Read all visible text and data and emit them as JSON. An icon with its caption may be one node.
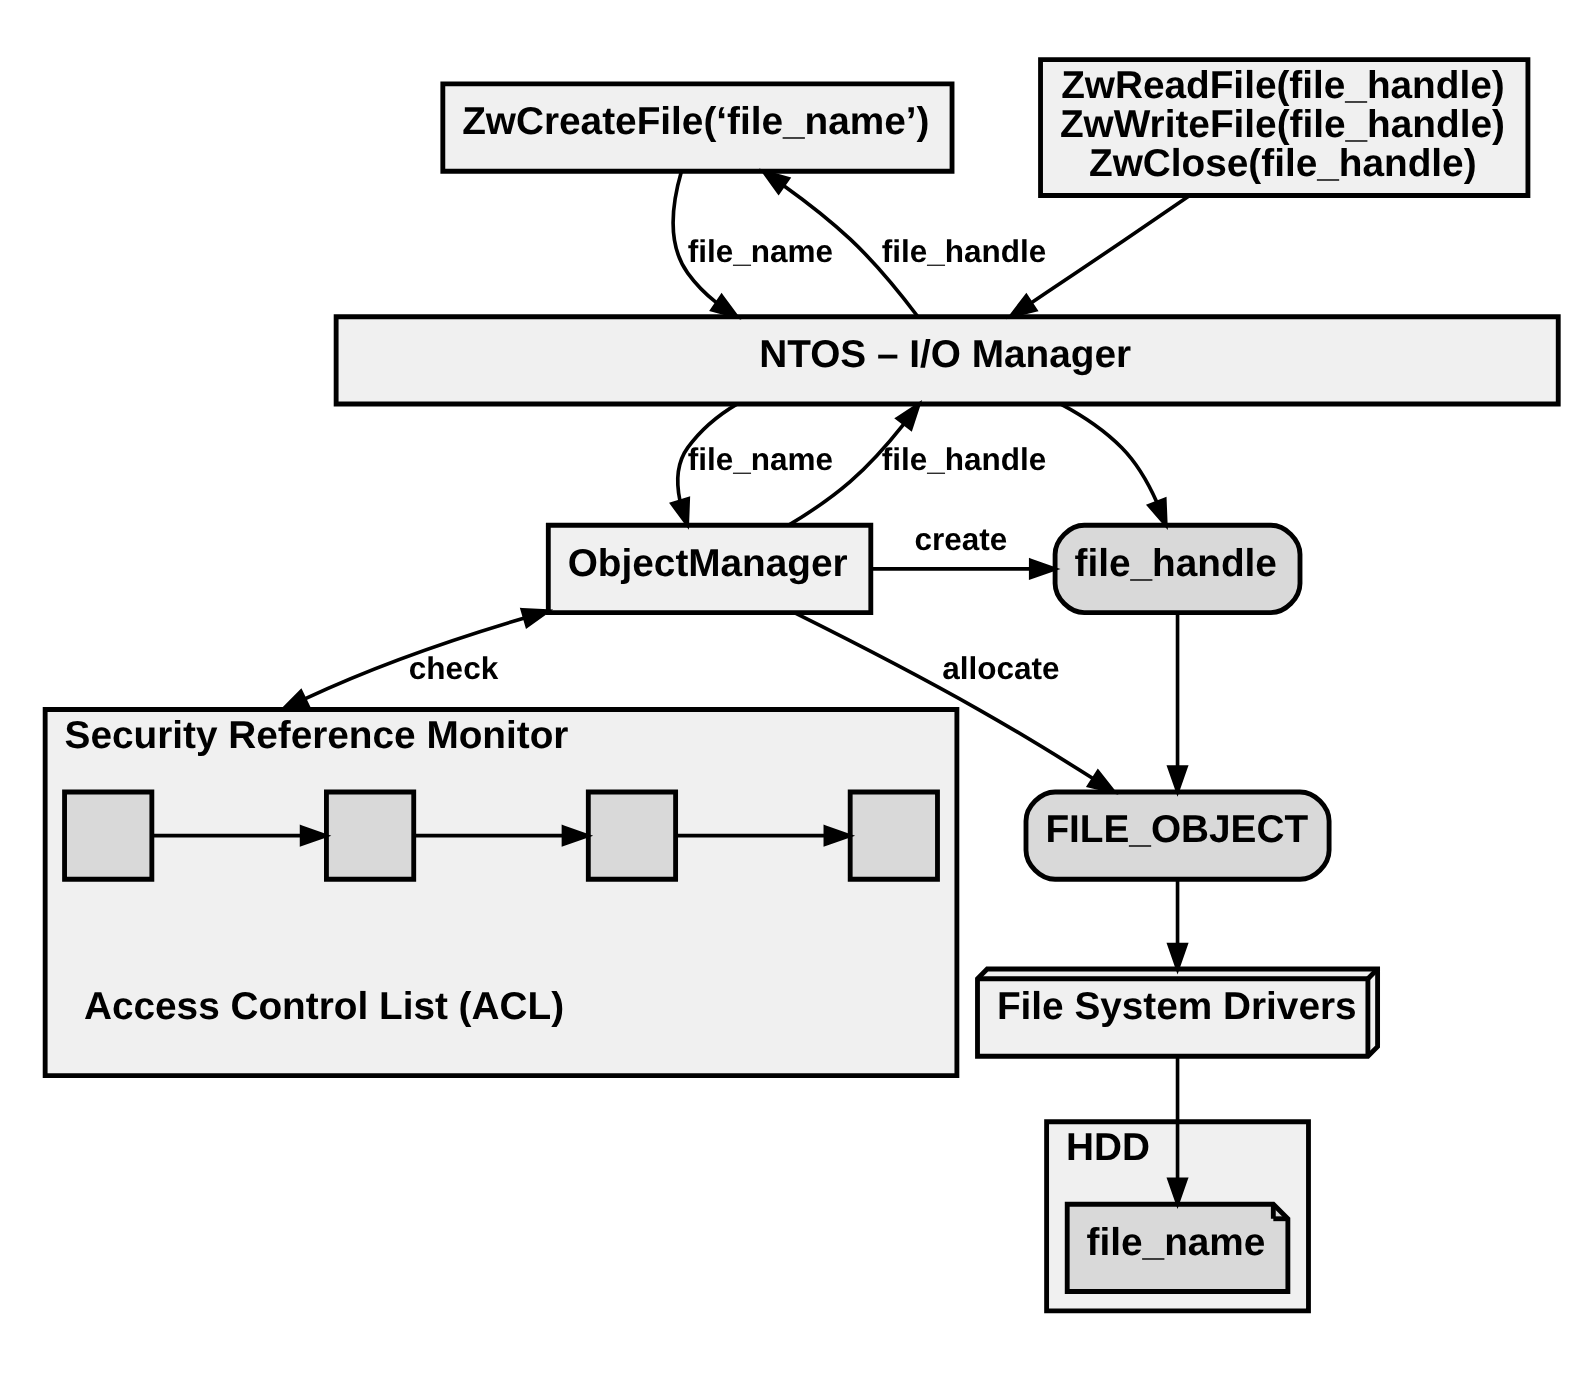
{
  "diagram": {
    "nodes": [
      {
        "text": [
          "ZwCreateFile(‘file_name’)"
        ]
      },
      {
        "text": [
          "ZwReadFile(file_handle)",
          "ZwWriteFile(file_handle)",
          "ZwClose(file_handle)"
        ]
      },
      {
        "text": [
          "NTOS – I/O Manager"
        ]
      },
      {
        "text": [
          "ObjectManager"
        ]
      },
      {
        "text": [
          "file_handle"
        ]
      },
      {
        "text": [
          "FILE_OBJECT"
        ]
      },
      {
        "text": [
          "Security Reference Monitor",
          "Access Control List (ACL)"
        ]
      },
      {
        "text": [],
        "shape": "box",
        "in": 6
      },
      {
        "text": [],
        "shape": "box",
        "in": 6
      },
      {
        "text": [],
        "shape": "box",
        "in": 6
      },
      {
        "text": [],
        "shape": "box",
        "in": 6
      },
      {
        "text": [
          "File System Drivers"
        ]
      },
      {
        "text": [
          "HDD"
        ]
      },
      {
        "text": [
          "file_name"
        ],
        "in": 12
      }
    ],
    "edges": [
      {
        "from": 0,
        "to": 2,
        "arrow": "to",
        "label": "file_name"
      },
      {
        "from": 2,
        "to": 0,
        "arrow": "to",
        "label": "file_handle"
      },
      {
        "from": 1,
        "to": 2,
        "arrow": "to"
      },
      {
        "from": 2,
        "to": 3,
        "arrow": "to",
        "label": "file_name"
      },
      {
        "from": 3,
        "to": 2,
        "arrow": "to",
        "label": "file_handle"
      },
      {
        "from": 2,
        "to": 4,
        "arrow": "to"
      },
      {
        "from": 3,
        "to": 4,
        "arrow": "to",
        "label": "create"
      },
      {
        "from": 3,
        "to": 5,
        "arrow": "to",
        "label": "allocate"
      },
      {
        "from": 4,
        "to": 5,
        "arrow": "to"
      },
      {
        "from": 3,
        "to": 6,
        "arrow": "both",
        "label": "check"
      },
      {
        "from": 7,
        "to": 8,
        "arrow": "to"
      },
      {
        "from": 8,
        "to": 9,
        "arrow": "to"
      },
      {
        "from": 9,
        "to": 10,
        "arrow": "to"
      },
      {
        "from": 5,
        "to": 11,
        "arrow": "to"
      },
      {
        "from": 11,
        "to": 13,
        "arrow": "to"
      }
    ]
  }
}
